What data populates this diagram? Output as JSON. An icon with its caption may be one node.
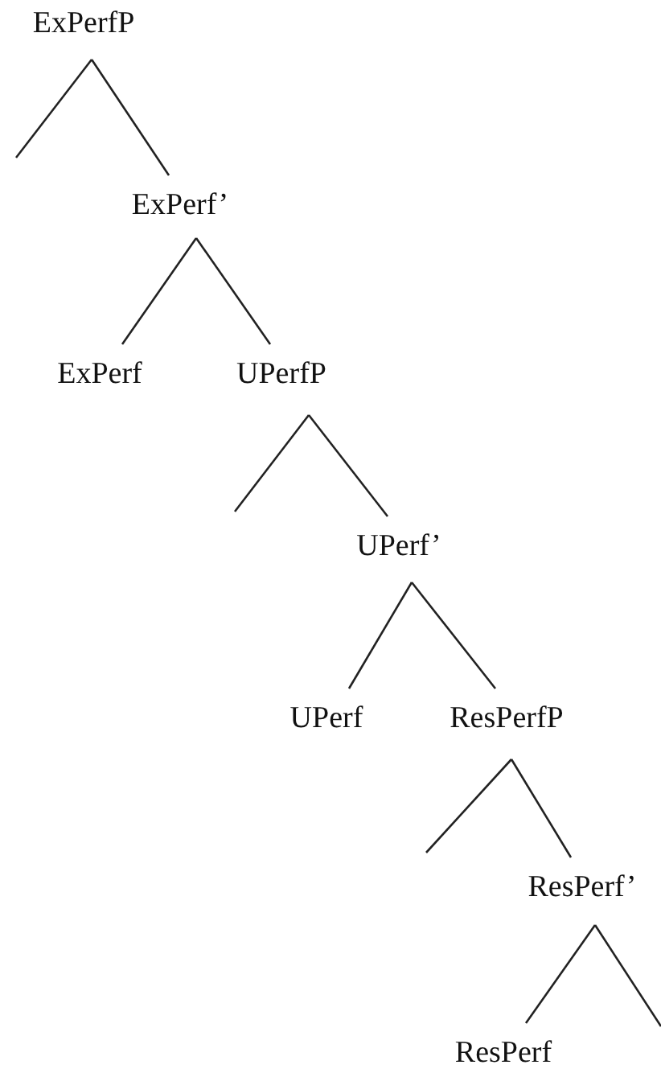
{
  "diagram": {
    "nodes": [
      {
        "text": [
          "ExPerfP"
        ]
      },
      {
        "text": [
          "ExPerf’"
        ]
      },
      {
        "text": [
          "ExPerf"
        ]
      },
      {
        "text": [
          "UPerfP"
        ]
      },
      {
        "text": [
          "UPerf’"
        ]
      },
      {
        "text": [
          "UPerf"
        ]
      },
      {
        "text": [
          "ResPerfP"
        ]
      },
      {
        "text": [
          "ResPerf’"
        ]
      },
      {
        "text": [
          "ResPerf"
        ]
      }
    ],
    "edges": [
      {
        "from": 0,
        "to": null,
        "arrow": "none"
      },
      {
        "from": 0,
        "to": 1,
        "arrow": "none"
      },
      {
        "from": 1,
        "to": 2,
        "arrow": "none"
      },
      {
        "from": 1,
        "to": 3,
        "arrow": "none"
      },
      {
        "from": 3,
        "to": null,
        "arrow": "none"
      },
      {
        "from": 3,
        "to": 4,
        "arrow": "none"
      },
      {
        "from": 4,
        "to": 5,
        "arrow": "none"
      },
      {
        "from": 4,
        "to": 6,
        "arrow": "none"
      },
      {
        "from": 6,
        "to": null,
        "arrow": "none"
      },
      {
        "from": 6,
        "to": 7,
        "arrow": "none"
      },
      {
        "from": 7,
        "to": 8,
        "arrow": "none"
      },
      {
        "from": 7,
        "to": null,
        "arrow": "none"
      }
    ]
  }
}
